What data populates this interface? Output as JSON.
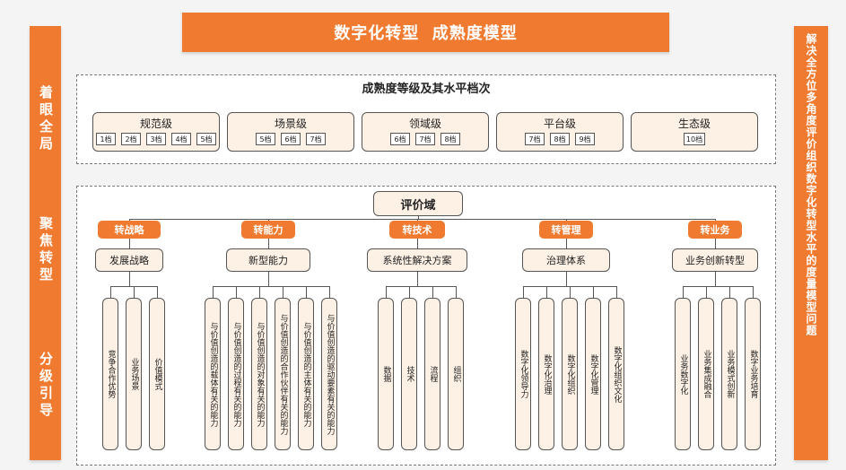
{
  "title": "数字化转型  成熟度模型",
  "left_bar": {
    "phrases": [
      "着眼全局",
      "聚焦转型",
      "分级引导"
    ]
  },
  "right_bar": {
    "text": "解决全方位多角度评价组织数字化转型水平的度量模型问题"
  },
  "levels": {
    "title": "成熟度等级及其水平档次",
    "items": [
      {
        "name": "规范级",
        "grades": [
          "1档",
          "2档",
          "3档",
          "4档",
          "5档"
        ]
      },
      {
        "name": "场景级",
        "grades": [
          "5档",
          "6档",
          "7档"
        ]
      },
      {
        "name": "领域级",
        "grades": [
          "6档",
          "7档",
          "8档"
        ]
      },
      {
        "name": "平台级",
        "grades": [
          "7档",
          "8档",
          "9档"
        ]
      },
      {
        "name": "生态级",
        "grades": [
          "10档"
        ]
      }
    ]
  },
  "evaluation": {
    "root": "评价域",
    "categories": [
      {
        "label": "转战略",
        "sub": "发展战略",
        "leaves": [
          "竞争合作优势",
          "业务场景",
          "价值模式"
        ]
      },
      {
        "label": "转能力",
        "sub": "新型能力",
        "leaves": [
          "与价值创造的载体有关的能力",
          "与价值创造的过程有关的能力",
          "与价值创造的对象有关的能力",
          "与价值创造的合作伙伴有关的能力",
          "与价值创造的主体有关的能力",
          "与价值创造的驱动要素有关的能力"
        ]
      },
      {
        "label": "转技术",
        "sub": "系统性解决方案",
        "leaves": [
          "数据",
          "技术",
          "流程",
          "组织"
        ]
      },
      {
        "label": "转管理",
        "sub": "治理体系",
        "leaves": [
          "数字化领导力",
          "数字化治理",
          "数字化组织",
          "数字化管理",
          "数字化组织文化"
        ]
      },
      {
        "label": "转业务",
        "sub": "业务创新转型",
        "leaves": [
          "业务数字化",
          "业务集成融合",
          "业务模式创新",
          "数字业务培育"
        ]
      }
    ]
  },
  "colors": {
    "accent": "#f07a30",
    "box_fill": "#fdf1e6",
    "border": "#555555"
  }
}
